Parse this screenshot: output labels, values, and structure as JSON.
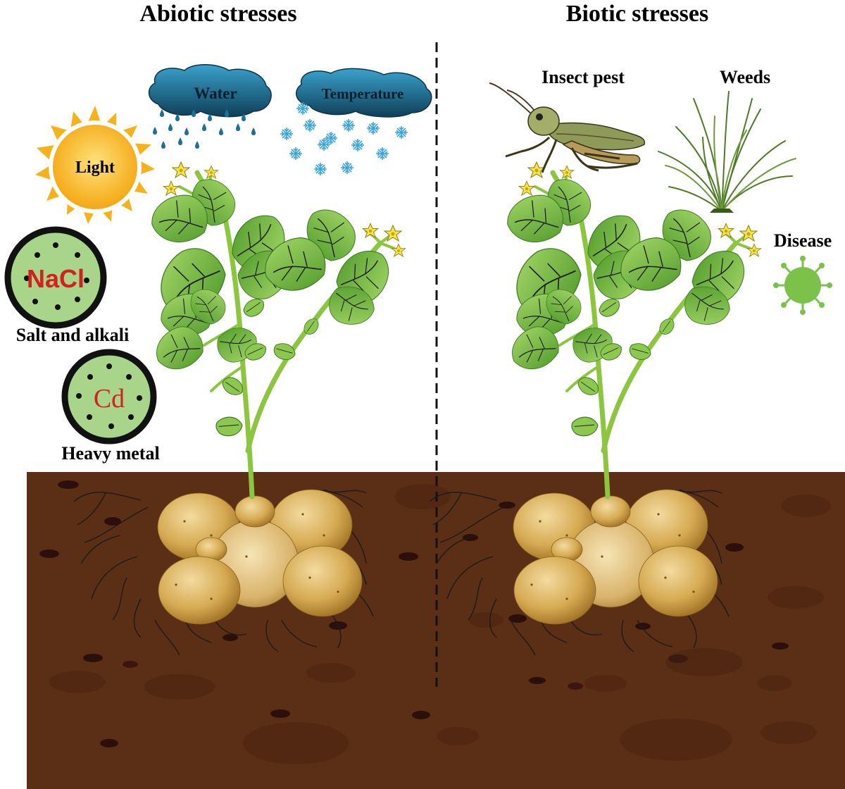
{
  "headings": {
    "abiotic": "Abiotic stresses",
    "biotic": "Biotic stresses"
  },
  "abiotic": {
    "water": "Water",
    "temperature": "Temperature",
    "light": "Light",
    "nacl": "NaCl",
    "salt_label": "Salt and alkali",
    "cd": "Cd",
    "metal_label": "Heavy metal"
  },
  "biotic": {
    "insect": "Insect pest",
    "weeds": "Weeds",
    "disease": "Disease"
  },
  "colors": {
    "soil": "#5b2e16",
    "leaf": "#5aa02c",
    "stem": "#8cc63f",
    "tuber": "#d9b25a",
    "cloud": "#2a86b0",
    "sun": "#f6b21a",
    "salt_text": "#d42020",
    "virus": "#7cc24a"
  }
}
